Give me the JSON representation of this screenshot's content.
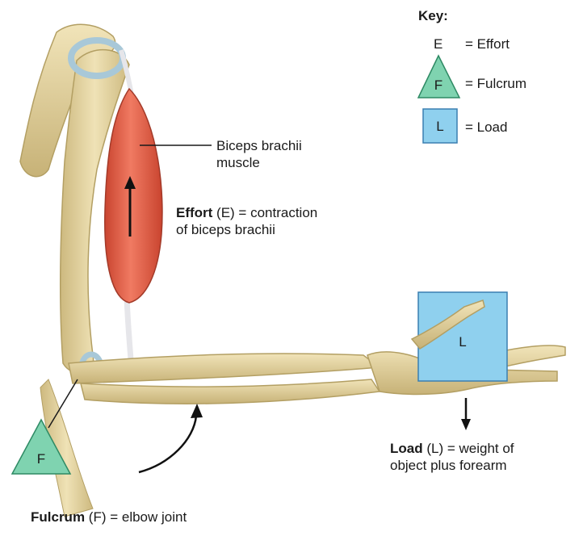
{
  "key": {
    "title": "Key:",
    "effort_symbol": "E",
    "effort_label": "= Effort",
    "fulcrum_symbol": "F",
    "fulcrum_label": "= Fulcrum",
    "load_symbol": "L",
    "load_label": "= Load"
  },
  "labels": {
    "biceps_line1": "Biceps brachii",
    "biceps_line2": "muscle",
    "effort_bold": "Effort",
    "effort_rest": " (E) = contraction",
    "effort_line2": "of biceps brachii",
    "load_bold": "Load",
    "load_rest": " (L) = weight of",
    "load_line2": "object plus forearm",
    "fulcrum_bold": "Fulcrum",
    "fulcrum_rest": " (F) = elbow joint"
  },
  "markers": {
    "load_box_symbol": "L",
    "fulcrum_triangle_symbol": "F"
  },
  "colors": {
    "bone": "#e8d9a8",
    "bone_shadow": "#c9b57a",
    "muscle": "#e0604a",
    "muscle_dark": "#b8402e",
    "cartilage": "#a8c8d8",
    "load_fill": "#8fd0ee",
    "load_stroke": "#3a7fb0",
    "fulcrum_fill": "#7fd3b0",
    "fulcrum_stroke": "#2e8a64"
  }
}
